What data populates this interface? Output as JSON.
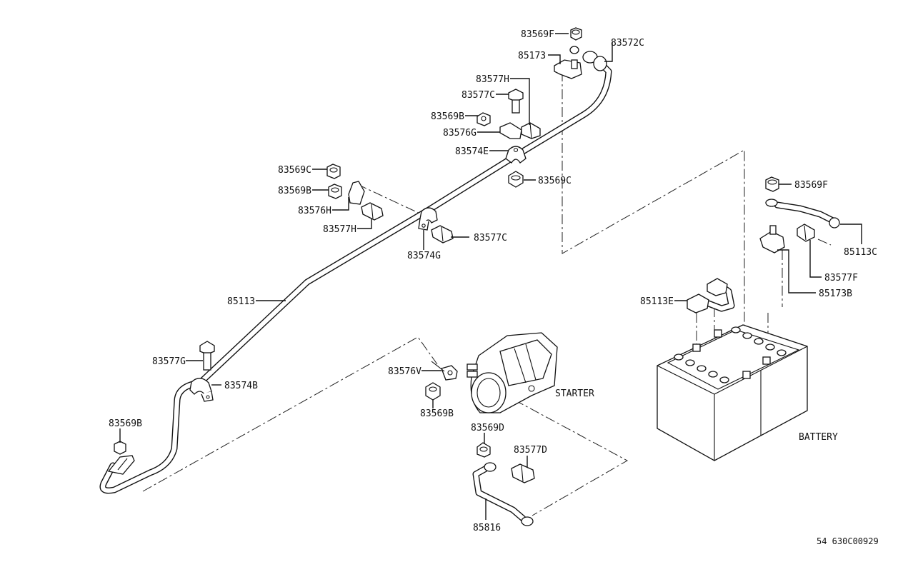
{
  "labels": {
    "l1": "83569F",
    "l2": "85173",
    "l3": "83572C",
    "l4": "83577H",
    "l5": "83577C",
    "l6": "83569B",
    "l7": "83576G",
    "l8": "83574E",
    "l9": "83569C",
    "l10": "83569C",
    "l11": "83569B",
    "l12": "83576H",
    "l13": "83577H",
    "l14": "83577C",
    "l15": "83574G",
    "l16": "85113",
    "l17": "83577G",
    "l18": "83574B",
    "l19": "83569B",
    "l20": "83576V",
    "l21": "83569B",
    "l22": "STARTER",
    "l23": "83569D",
    "l24": "83577D",
    "l25": "85816",
    "l26": "83569F",
    "l27": "85113C",
    "l28": "83577F",
    "l29": "85113E",
    "l30": "85173B",
    "l31": "BATTERY",
    "l32": "54 630C00929"
  }
}
